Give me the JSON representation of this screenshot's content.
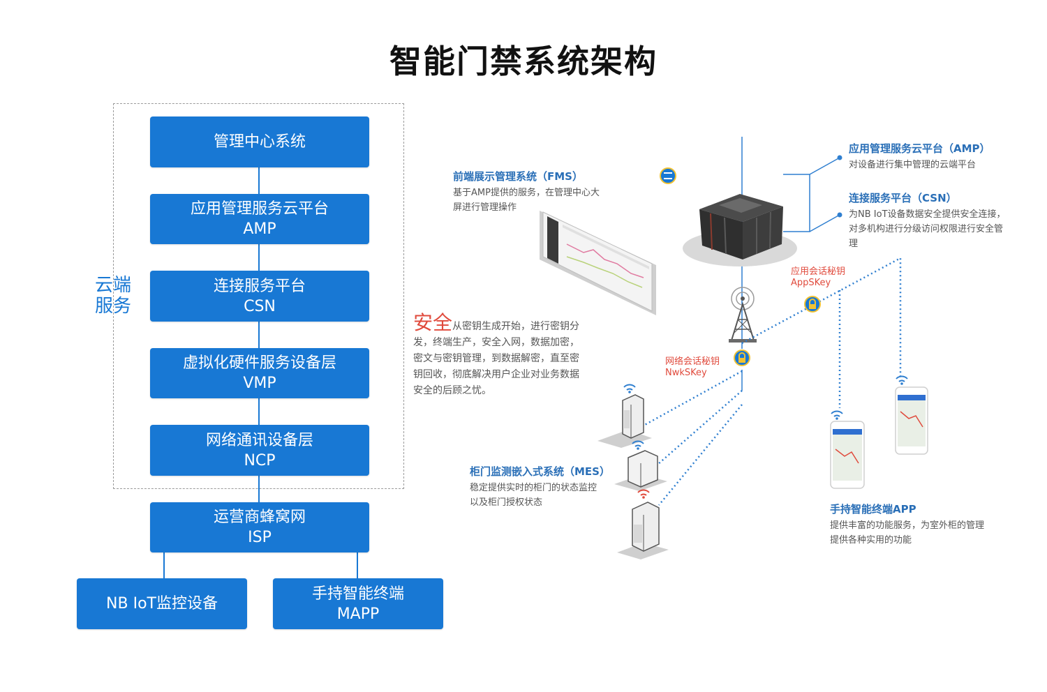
{
  "title": "智能门禁系统架构",
  "cloud_label": [
    "云端",
    "服务"
  ],
  "stack": [
    {
      "name": "管理中心系统",
      "code": ""
    },
    {
      "name": "应用管理服务云平台",
      "code": "AMP"
    },
    {
      "name": "连接服务平台",
      "code": "CSN"
    },
    {
      "name": "虚拟化硬件服务设备层",
      "code": "VMP"
    },
    {
      "name": "网络通讯设备层",
      "code": "NCP"
    },
    {
      "name": "运营商蜂窝网",
      "code": "ISP"
    }
  ],
  "devices": [
    {
      "name": "NB IoT监控设备",
      "code": ""
    },
    {
      "name": "手持智能终端",
      "code": "MAPP"
    }
  ],
  "annotations": {
    "fms": {
      "heading": "前端展示管理系统（FMS）",
      "lines": [
        "基于AMP提供的服务，在管理中心大",
        "屏进行管理操作"
      ]
    },
    "amp": {
      "heading": "应用管理服务云平台（AMP）",
      "lines": [
        "对设备进行集中管理的云端平台"
      ]
    },
    "csn": {
      "heading": "连接服务平台（CSN）",
      "lines": [
        "为NB IoT设备数据安全提供安全连接，",
        "对多机构进行分级访问权限进行安全管",
        "理"
      ]
    },
    "mes": {
      "heading": "柜门监测嵌入式系统（MES）",
      "lines": [
        "稳定提供实时的柜门的状态监控",
        "以及柜门授权状态"
      ]
    },
    "app": {
      "heading": "手持智能终端APP",
      "lines": [
        "提供丰富的功能服务，为室外柜的管理",
        "提供各种实用的功能"
      ]
    }
  },
  "keys": {
    "app_key": [
      "应用会话秘钥",
      "AppSKey"
    ],
    "nwk_key": [
      "网络会话秘钥",
      "NwkSKey"
    ]
  },
  "security": {
    "lead": "安全",
    "lines": [
      "从密钥生成开始，进行密钥分",
      "发，终端生产，安全入网，数据加密，",
      "密文与密钥管理，到数据解密，直至密",
      "钥回收，彻底解决用户企业对业务数据",
      "安全的后顾之忧。"
    ]
  },
  "colors": {
    "block": "#1878d4",
    "accent_red": "#e04a3c",
    "heading_blue": "#2a6fb7",
    "dotted": "#2f7fd0"
  }
}
